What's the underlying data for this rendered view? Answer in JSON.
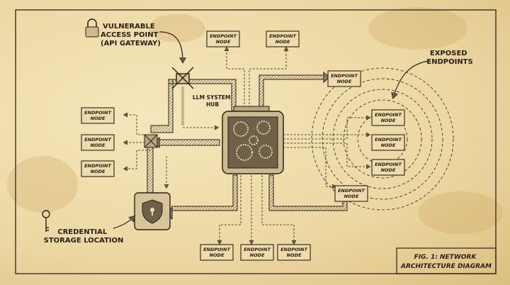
{
  "labels": {
    "vulnerable": [
      "VULNERABLE",
      "ACCESS POINT",
      "(API GATEWAY)"
    ],
    "hub": [
      "LLM SYSTEM",
      "HUB"
    ],
    "exposed": [
      "EXPOSED",
      "ENDPOINTS"
    ],
    "credential": [
      "CREDENTIAL",
      "STORAGE LOCATION"
    ],
    "caption": [
      "FIG. 1: NETWORK",
      "ARCHITECTURE DIAGRAM"
    ]
  },
  "node": [
    "ENDPOINT",
    "NODE"
  ],
  "colors": {
    "ink": "#2a2218",
    "paper": "#efdcaa",
    "stain": "#c99a55"
  }
}
